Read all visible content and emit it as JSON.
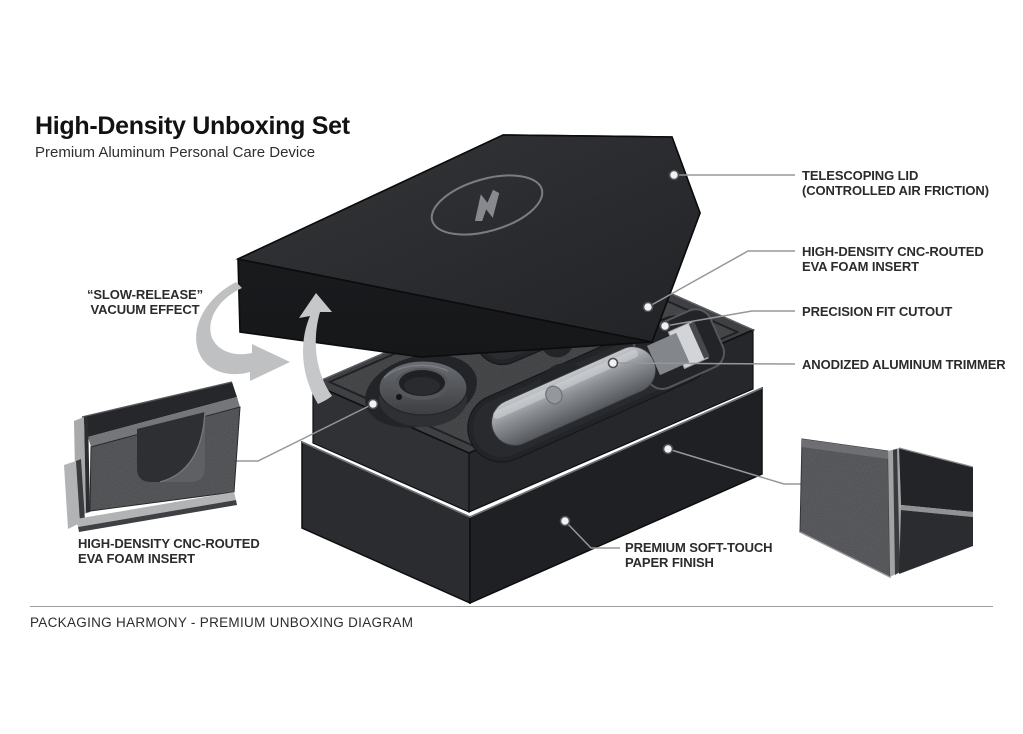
{
  "header": {
    "title": "High-Density Unboxing Set",
    "subtitle": "Premium Aluminum Personal Care Device"
  },
  "callouts": {
    "slow_release_vacuum": {
      "lines": [
        "“SLOW-RELEASE”",
        "VACUUM EFFECT"
      ]
    },
    "telescoping_lid": {
      "lines": [
        "TELESCOPING LID",
        "(CONTROLLED AIR FRICTION)"
      ]
    },
    "eva_foam_right": {
      "lines": [
        "HIGH-DENSITY CNC-ROUTED",
        "EVA FOAM INSERT"
      ]
    },
    "precision_fit": {
      "lines": [
        "PRECISION FIT CUTOUT"
      ]
    },
    "anodized_trimmer": {
      "lines": [
        "ANODIZED ALUMINUM TRIMMER"
      ]
    },
    "eva_foam_left": {
      "lines": [
        "HIGH-DENSITY CNC-ROUTED",
        "EVA FOAM INSERT"
      ]
    },
    "soft_touch": {
      "lines": [
        "PREMIUM SOFT-TOUCH",
        "PAPER FINISH"
      ]
    }
  },
  "footer": {
    "caption": "PACKAGING HARMONY - PREMIUM UNBOXING DIAGRAM"
  },
  "icons": {
    "brand_logo": "brand-logo-icon",
    "lift_arrow": "lift-arrow-icon",
    "rotate_arrow": "rotate-arrow-icon"
  },
  "colors": {
    "background": "#ffffff",
    "box_top": "#2c2d30",
    "box_front": "#1c1d20",
    "foam": "#3a3b3d",
    "foam_cutout": "#232428",
    "metal_light": "#c2c5c9",
    "metal_dark": "#5b5f64",
    "arrow_gray": "#bfc0c2",
    "leader_gray": "#96979a",
    "text_dark": "#2a2b2d"
  }
}
